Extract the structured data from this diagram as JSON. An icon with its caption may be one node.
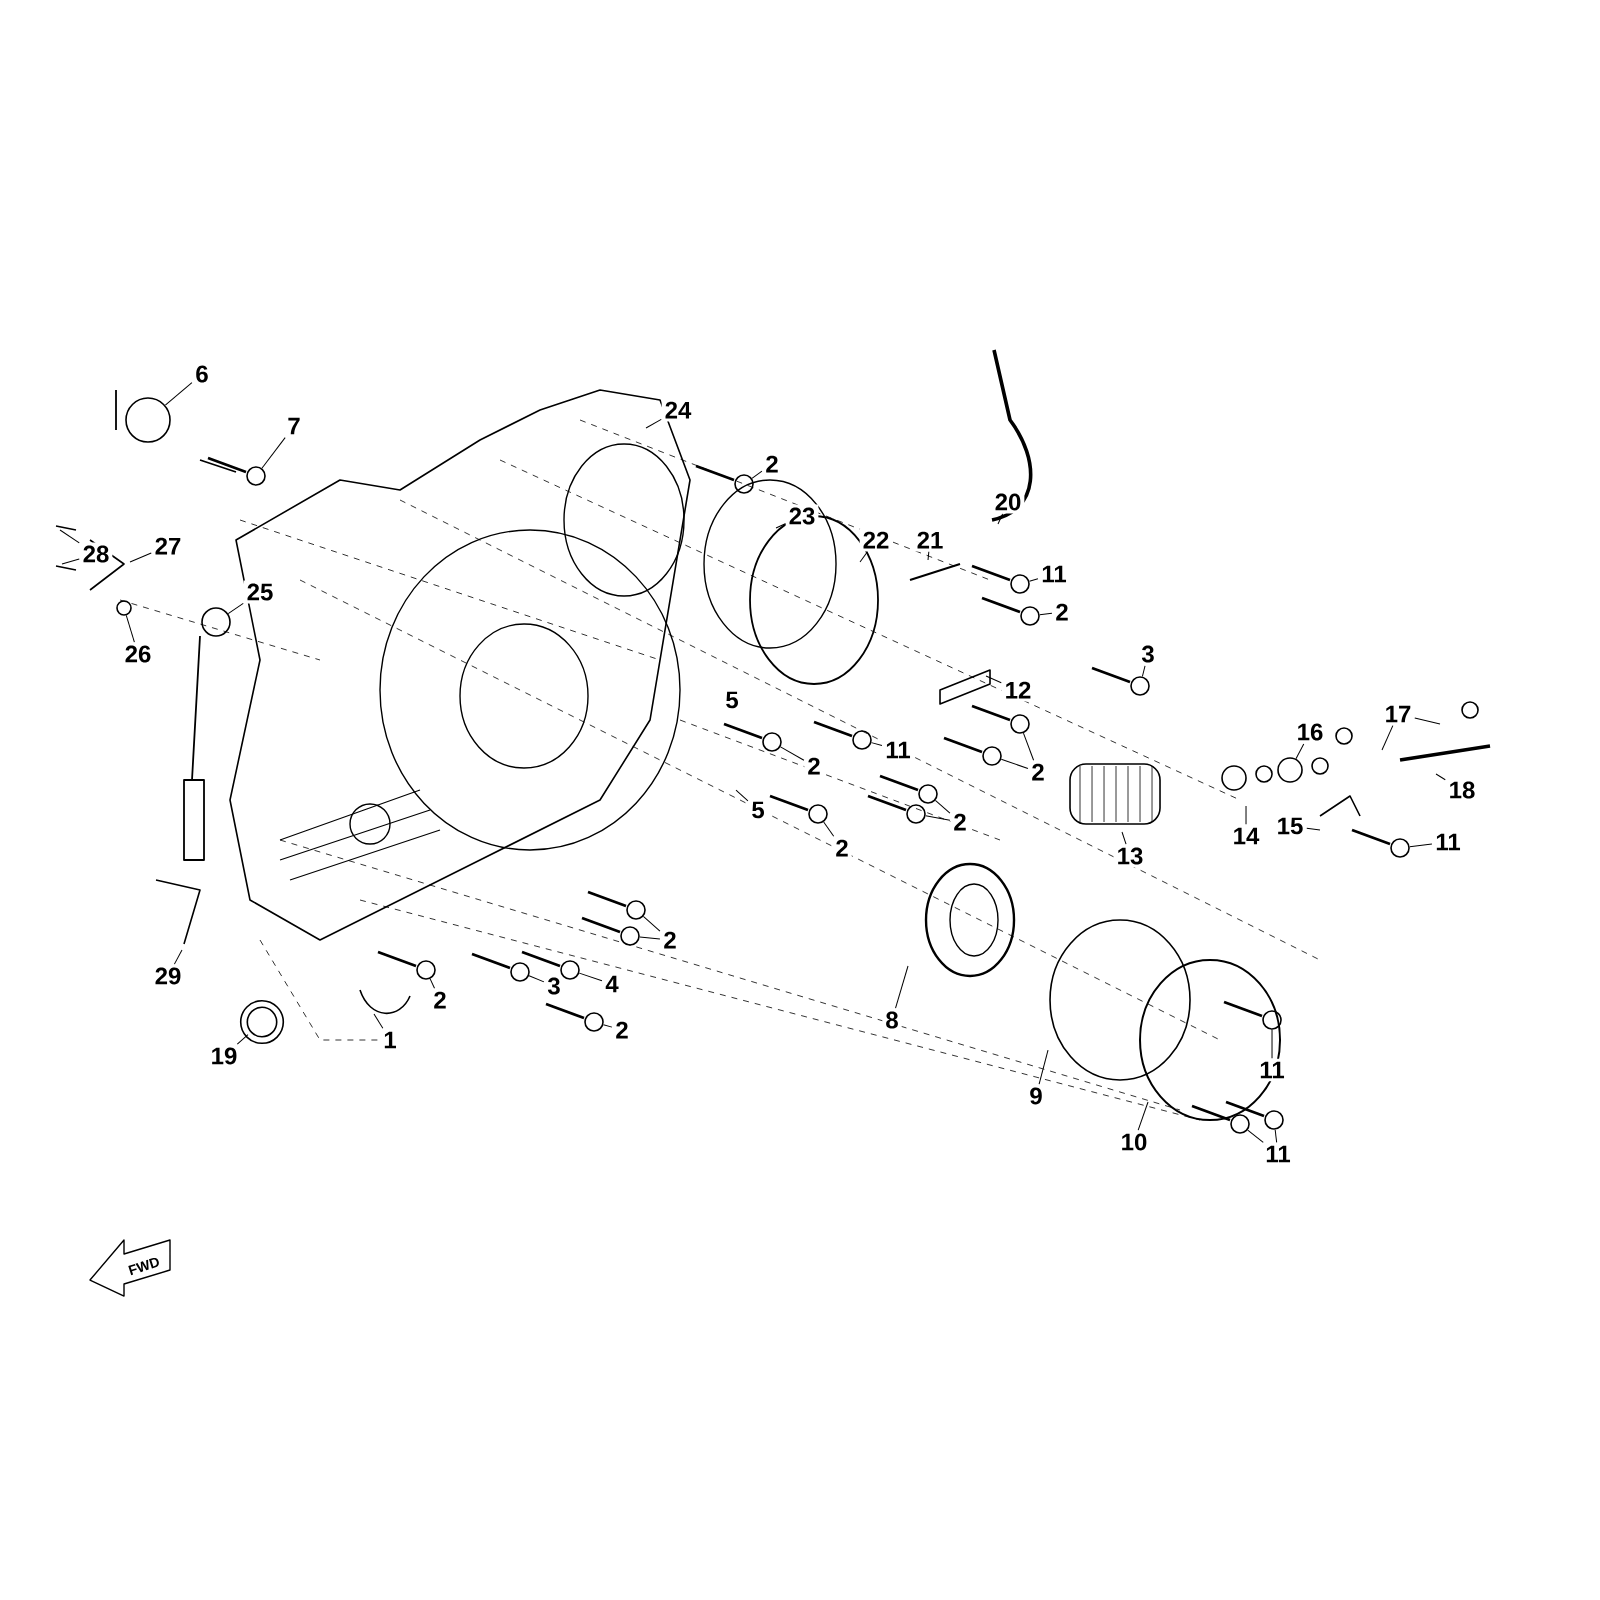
{
  "diagram": {
    "nodes": [
      {
        "text": [
          "6"
        ]
      },
      {
        "text": [
          "7"
        ]
      },
      {
        "text": [
          "24"
        ]
      },
      {
        "text": [
          "2"
        ]
      },
      {
        "text": [
          "23"
        ]
      },
      {
        "text": [
          "22"
        ]
      },
      {
        "text": [
          "21"
        ]
      },
      {
        "text": [
          "20"
        ]
      },
      {
        "text": [
          "11"
        ]
      },
      {
        "text": [
          "2"
        ]
      },
      {
        "text": [
          "3"
        ]
      },
      {
        "text": [
          "28"
        ]
      },
      {
        "text": [
          "27"
        ]
      },
      {
        "text": [
          "25"
        ]
      },
      {
        "text": [
          "26"
        ]
      },
      {
        "text": [
          "12"
        ]
      },
      {
        "text": [
          "5"
        ]
      },
      {
        "text": [
          "2"
        ]
      },
      {
        "text": [
          "11"
        ]
      },
      {
        "text": [
          "2"
        ]
      },
      {
        "text": [
          "5"
        ]
      },
      {
        "text": [
          "2"
        ]
      },
      {
        "text": [
          "2"
        ]
      },
      {
        "text": [
          "13"
        ]
      },
      {
        "text": [
          "14"
        ]
      },
      {
        "text": [
          "16"
        ]
      },
      {
        "text": [
          "17"
        ]
      },
      {
        "text": [
          "18"
        ]
      },
      {
        "text": [
          "15"
        ]
      },
      {
        "text": [
          "11"
        ]
      },
      {
        "text": [
          "2"
        ]
      },
      {
        "text": [
          "29"
        ]
      },
      {
        "text": [
          "2"
        ]
      },
      {
        "text": [
          "3"
        ]
      },
      {
        "text": [
          "4"
        ]
      },
      {
        "text": [
          "1"
        ]
      },
      {
        "text": [
          "19"
        ]
      },
      {
        "text": [
          "2"
        ]
      },
      {
        "text": [
          "8"
        ]
      },
      {
        "text": [
          "9"
        ]
      },
      {
        "text": [
          "10"
        ]
      },
      {
        "text": [
          "11"
        ]
      },
      {
        "text": [
          "11"
        ]
      },
      {
        "text": [],
        "shape": "bolt"
      },
      {
        "text": [],
        "shape": "bolt"
      },
      {
        "text": [],
        "shape": "bolt"
      },
      {
        "text": [],
        "shape": "bolt"
      },
      {
        "text": [],
        "shape": "bolt"
      },
      {
        "text": [],
        "shape": "bolt"
      },
      {
        "text": [],
        "shape": "bolt"
      },
      {
        "text": [],
        "shape": "bolt"
      },
      {
        "text": [],
        "shape": "bolt"
      },
      {
        "text": [],
        "shape": "bolt"
      },
      {
        "text": [],
        "shape": "bolt"
      },
      {
        "text": [],
        "shape": "bolt"
      },
      {
        "text": [],
        "shape": "bolt"
      },
      {
        "text": [],
        "shape": "bolt"
      },
      {
        "text": [],
        "shape": "bolt"
      },
      {
        "text": [],
        "shape": "bolt"
      },
      {
        "text": [],
        "shape": "bolt"
      },
      {
        "text": [],
        "shape": "bolt"
      },
      {
        "text": [],
        "shape": "bolt"
      },
      {
        "text": [],
        "shape": "bolt"
      },
      {
        "text": [],
        "shape": "bolt"
      },
      {
        "text": [],
        "shape": "bolt"
      },
      {
        "text": [],
        "shape": "circle"
      },
      {
        "text": [],
        "shape": "circle"
      },
      {
        "text": [],
        "shape": "circle"
      },
      {
        "text": [],
        "shape": "circle"
      },
      {
        "text": [],
        "shape": "circle"
      }
    ],
    "edges": [
      {
        "from": 0,
        "to": 66,
        "arrow": "none"
      },
      {
        "from": 1,
        "to": 43,
        "arrow": "none"
      },
      {
        "from": 2,
        "to": null,
        "arrow": "none"
      },
      {
        "from": 3,
        "to": 50,
        "arrow": "none"
      },
      {
        "from": 4,
        "to": null,
        "arrow": "none"
      },
      {
        "from": 5,
        "to": null,
        "arrow": "none"
      },
      {
        "from": 6,
        "to": null,
        "arrow": "none"
      },
      {
        "from": 7,
        "to": null,
        "arrow": "none"
      },
      {
        "from": 8,
        "to": 57,
        "arrow": "none"
      },
      {
        "from": 9,
        "to": 59,
        "arrow": "none"
      },
      {
        "from": 10,
        "to": 60,
        "arrow": "none"
      },
      {
        "from": 11,
        "to": null,
        "arrow": "none"
      },
      {
        "from": 11,
        "to": null,
        "arrow": "none"
      },
      {
        "from": 12,
        "to": null,
        "arrow": "none"
      },
      {
        "from": 13,
        "to": 67,
        "arrow": "none"
      },
      {
        "from": 14,
        "to": 65,
        "arrow": "none"
      },
      {
        "from": 15,
        "to": null,
        "arrow": "none"
      },
      {
        "from": 17,
        "to": 51,
        "arrow": "none"
      },
      {
        "from": 18,
        "to": 53,
        "arrow": "none"
      },
      {
        "from": 19,
        "to": 58,
        "arrow": "none"
      },
      {
        "from": 19,
        "to": 56,
        "arrow": "none"
      },
      {
        "from": 20,
        "to": null,
        "arrow": "none"
      },
      {
        "from": 21,
        "to": 52,
        "arrow": "none"
      },
      {
        "from": 22,
        "to": 55,
        "arrow": "none"
      },
      {
        "from": 22,
        "to": 54,
        "arrow": "none"
      },
      {
        "from": 23,
        "to": null,
        "arrow": "none"
      },
      {
        "from": 24,
        "to": null,
        "arrow": "none"
      },
      {
        "from": 25,
        "to": 69,
        "arrow": "none"
      },
      {
        "from": 26,
        "to": null,
        "arrow": "none"
      },
      {
        "from": 26,
        "to": null,
        "arrow": "none"
      },
      {
        "from": 27,
        "to": null,
        "arrow": "none"
      },
      {
        "from": 28,
        "to": null,
        "arrow": "none"
      },
      {
        "from": 29,
        "to": 64,
        "arrow": "none"
      },
      {
        "from": 30,
        "to": 49,
        "arrow": "none"
      },
      {
        "from": 30,
        "to": 48,
        "arrow": "none"
      },
      {
        "from": 31,
        "to": null,
        "arrow": "none"
      },
      {
        "from": 32,
        "to": 44,
        "arrow": "none"
      },
      {
        "from": 33,
        "to": 45,
        "arrow": "none"
      },
      {
        "from": 34,
        "to": 46,
        "arrow": "none"
      },
      {
        "from": 35,
        "to": null,
        "arrow": "none"
      },
      {
        "from": 36,
        "to": 68,
        "arrow": "none"
      },
      {
        "from": 37,
        "to": 47,
        "arrow": "none"
      },
      {
        "from": 38,
        "to": null,
        "arrow": "none"
      },
      {
        "from": 39,
        "to": null,
        "arrow": "none"
      },
      {
        "from": 40,
        "to": null,
        "arrow": "none"
      },
      {
        "from": 41,
        "to": 62,
        "arrow": "none"
      },
      {
        "from": 42,
        "to": 63,
        "arrow": "none"
      },
      {
        "from": 42,
        "to": 61,
        "arrow": "none"
      }
    ],
    "labels": [
      "FWD"
    ]
  }
}
